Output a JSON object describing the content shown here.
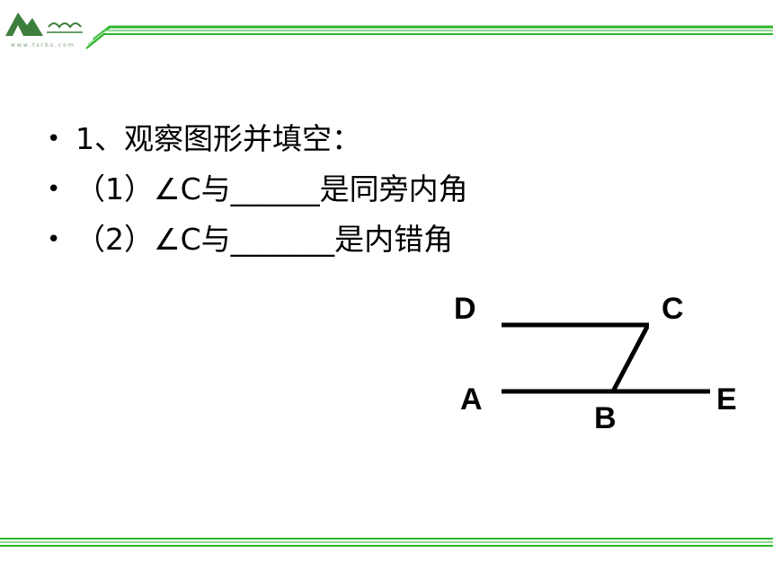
{
  "colors": {
    "accent_green": "#2db52d",
    "light_green": "#8fd88f",
    "logo_green": "#3c7f3c"
  },
  "header": {
    "logo_url": "www.tsrbs.com"
  },
  "content": {
    "items": [
      {
        "bullet": "•",
        "text": "1、观察图形并填空："
      },
      {
        "bullet": "•",
        "text": "（1）∠C与______是同旁内角"
      },
      {
        "bullet": "•",
        "text": " （2）∠C与_______是内错角"
      }
    ]
  },
  "diagram": {
    "labels": {
      "D": "D",
      "C": "C",
      "A": "A",
      "E": "E",
      "B": "B"
    }
  }
}
